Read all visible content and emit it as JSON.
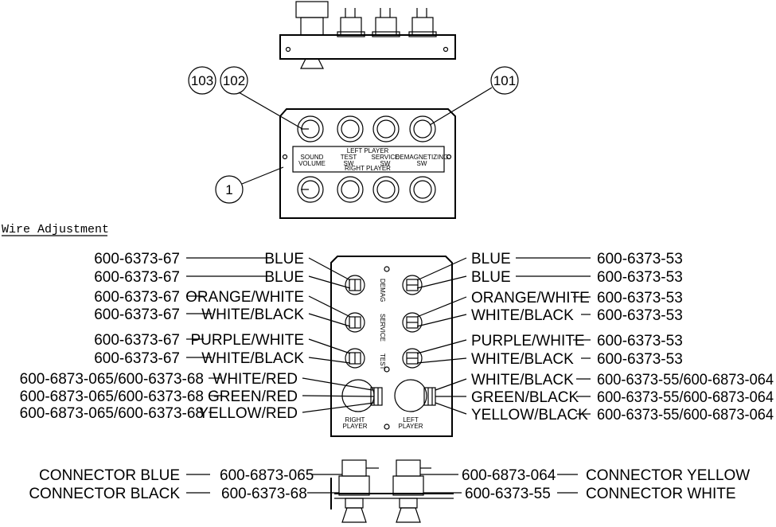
{
  "callouts": {
    "c103": "103",
    "c102": "102",
    "c101": "101",
    "c1": "1"
  },
  "top_panel": {
    "left_player": "LEFT PLAYER",
    "right_player": "RIGHT PLAYER",
    "sound_volume_1": "SOUND",
    "sound_volume_2": "VOLUME",
    "test_sw_1": "TEST",
    "test_sw_2": "SW",
    "service_sw_1": "SERVICE",
    "service_sw_2": "SW",
    "demag_sw_1": "DEMAGNETIZING",
    "demag_sw_2": "SW"
  },
  "section_title": "Wire Adjustment",
  "bottom_panel": {
    "demag": "DEMAG",
    "service": "SERVICE",
    "test": "TEST",
    "right_player_1": "RIGHT",
    "right_player_2": "PLAYER",
    "left_player_1": "LEFT",
    "left_player_2": "PLAYER"
  },
  "left_wires": [
    {
      "part": "600-6373-67",
      "color": "BLUE"
    },
    {
      "part": "600-6373-67",
      "color": "BLUE"
    },
    {
      "part": "600-6373-67",
      "color": "ORANGE/WHITE"
    },
    {
      "part": "600-6373-67",
      "color": "WHITE/BLACK"
    },
    {
      "part": "600-6373-67",
      "color": "PURPLE/WHITE"
    },
    {
      "part": "600-6373-67",
      "color": "WHITE/BLACK"
    },
    {
      "part": "600-6873-065/600-6373-68",
      "color": "WHITE/RED"
    },
    {
      "part": "600-6873-065/600-6373-68",
      "color": "GREEN/RED"
    },
    {
      "part": "600-6873-065/600-6373-68",
      "color": "YELLOW/RED"
    }
  ],
  "right_wires": [
    {
      "color": "BLUE",
      "part": "600-6373-53"
    },
    {
      "color": "BLUE",
      "part": "600-6373-53"
    },
    {
      "color": "ORANGE/WHITE",
      "part": "600-6373-53"
    },
    {
      "color": "WHITE/BLACK",
      "part": "600-6373-53"
    },
    {
      "color": "PURPLE/WHITE",
      "part": "600-6373-53"
    },
    {
      "color": "WHITE/BLACK",
      "part": "600-6373-53"
    },
    {
      "color": "WHITE/BLACK",
      "part": "600-6373-55/600-6873-064"
    },
    {
      "color": "GREEN/BLACK",
      "part": "600-6373-55/600-6873-064"
    },
    {
      "color": "YELLOW/BLACK",
      "part": "600-6373-55/600-6873-064"
    }
  ],
  "connectors": {
    "left": [
      {
        "name": "CONNECTOR BLUE",
        "part": "600-6873-065"
      },
      {
        "name": "CONNECTOR BLACK",
        "part": "600-6373-68"
      }
    ],
    "right": [
      {
        "part": "600-6873-064",
        "name": "CONNECTOR YELLOW"
      },
      {
        "part": "600-6373-55",
        "name": "CONNECTOR WHITE"
      }
    ]
  }
}
